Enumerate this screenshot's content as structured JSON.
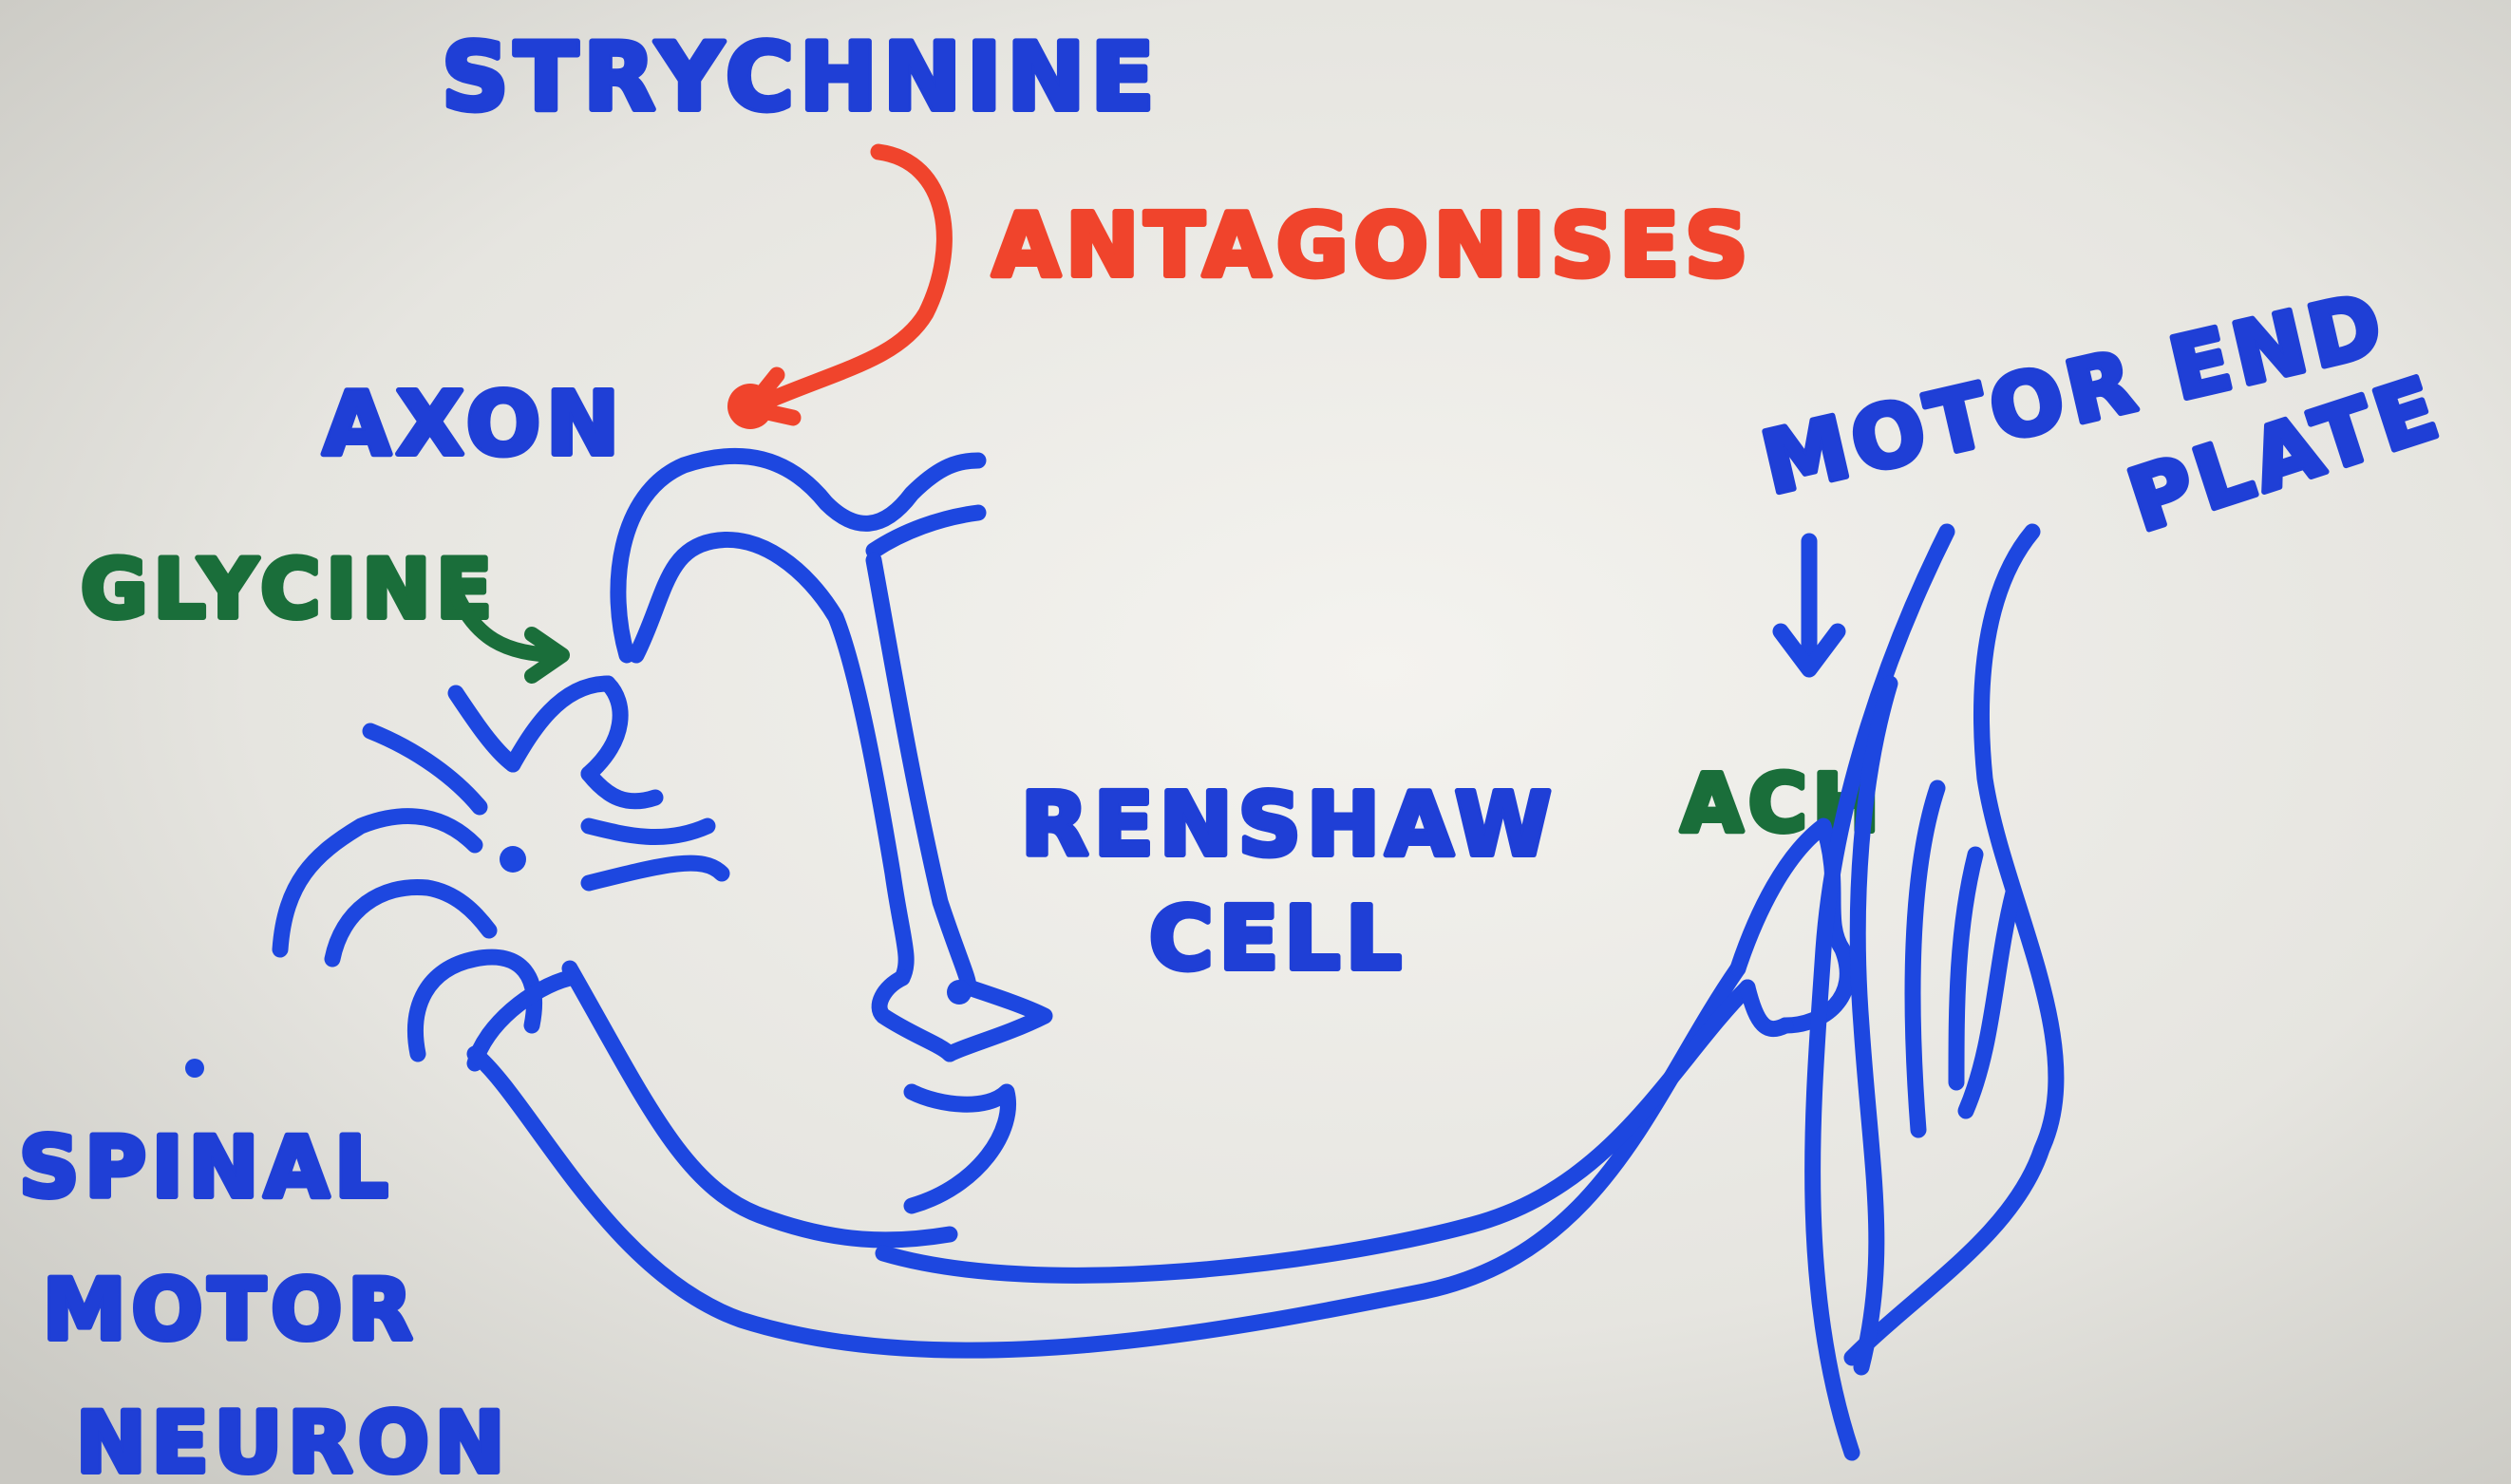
{
  "labels": {
    "strychnine": "STRYCHNINE",
    "antagonises": "ANTAGONISES",
    "axon": "AXON",
    "glycine": "GLYCINE",
    "renshaw_line1": "RENSHAW",
    "renshaw_line2": "CELL",
    "ach": "ACH",
    "motor_end_plate_line1": "MOTOR END",
    "motor_end_plate_line2": "PLATE",
    "spinal_motor_neuron_line1": "SPINAL",
    "spinal_motor_neuron_line2": "MOTOR",
    "spinal_motor_neuron_line3": "NEURON"
  },
  "colors": {
    "board": "#d9d8d2",
    "blue_ink": "#1d47e0",
    "red_ink": "#f0442c",
    "green_ink": "#1a6e3a"
  }
}
